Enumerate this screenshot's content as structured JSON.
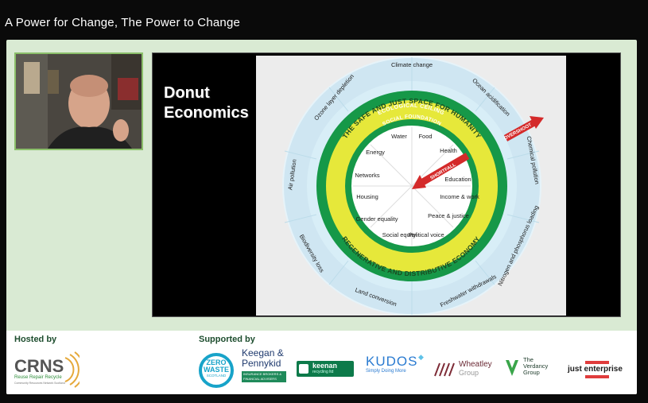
{
  "window": {
    "title": "A Power for Change, The Power to Change"
  },
  "slide": {
    "title_line1": "Donut",
    "title_line2": "Economics",
    "ceiling": [
      "Climate change",
      "Ocean acidification",
      "Chemical pollution",
      "Nitrogen and phosphorus loading",
      "Freshwater withdrawals",
      "Land conversion",
      "Biodiversity loss",
      "Air pollution",
      "Ozone layer depletion"
    ],
    "foundation": [
      "Water",
      "Food",
      "Health",
      "Education",
      "Income & work",
      "Peace & justice",
      "Political voice",
      "Social equity",
      "Gender equality",
      "Housing",
      "Networks",
      "Energy"
    ],
    "labels": {
      "eco_ceiling": "ECOLOGICAL CEILING",
      "safe_space": "THE SAFE AND JUST SPACE FOR HUMANITY",
      "social_foundation": "SOCIAL FOUNDATION",
      "regen": "REGENERATIVE AND DISTRIBUTIVE ECONOMY",
      "overshoot": "OVERSHOOT",
      "shortfall": "SHORTFALL"
    }
  },
  "footer": {
    "hosted_label": "Hosted by",
    "supported_label": "Supported by",
    "crns": {
      "name": "CRNS",
      "tagline": "Reuse Repair Recycle",
      "sub": "Community Resources Network Scotland"
    },
    "zero_waste": {
      "line1": "ZERO",
      "line2": "WASTE",
      "line3": "SCOTLAND"
    },
    "keegan": {
      "line1": "Keegan &",
      "line2": "Pennykid",
      "sub": "INSURANCE BROKERS & FINANCIAL ADVISERS"
    },
    "keenan": {
      "name": "keenan",
      "sub": "recycling ltd"
    },
    "kudos": {
      "name": "KUDOS",
      "tagline": "Simply Doing More"
    },
    "wheatley": {
      "line1": "Wheatley",
      "line2": "Group"
    },
    "verdancy": {
      "line1": "The",
      "line2": "Verdancy",
      "line3": "Group"
    },
    "just": {
      "name": "just enterprise"
    },
    "colors": {
      "green": "#1d4d2e",
      "zws": "#17a3c9",
      "keenan": "#0d7a4a",
      "kudos": "#2a7bd1",
      "just_red": "#e03c3c"
    }
  }
}
